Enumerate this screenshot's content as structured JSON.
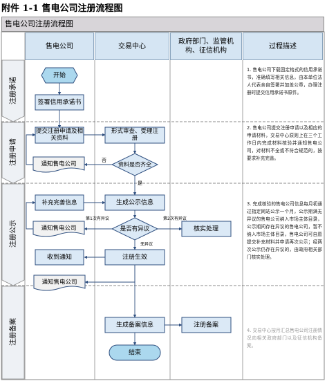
{
  "caption": "附件 1-1  售电公司注册流程图",
  "frame_title": "售电公司注册流程图",
  "columns": {
    "company": "售电公司",
    "exchange": "交易中心",
    "government": "政府部门、监管机构、征信机构",
    "description": "过程描述"
  },
  "phases": {
    "commitment": "注册承诺",
    "application": "注册申请",
    "publicity": "注册公示",
    "filing": "注册备案"
  },
  "nodes": {
    "start": "开始",
    "sign_letter": "签署信用承诺书",
    "submit_apply": "提交注册申请及相关资料",
    "format_review": "形式审查、受理注册",
    "complete_check": "资料是否齐全",
    "notify_company_1": "通知售电公司",
    "supplement_info": "补充完善信息",
    "publish_info": "生成公示信息",
    "objection_check": "是否有异议",
    "notify_company_2": "通知售电公司",
    "verify_handle": "核实处理",
    "receive_notice": "收到通知",
    "register_effective": "注册生效",
    "notify_company_3": "通知售电公司",
    "filing_info": "生成备案信息",
    "register_filing": "注册备案",
    "end": "结束"
  },
  "edge_labels": {
    "no": "否",
    "yes": "是",
    "first_obj_left": "第1次有异议",
    "first_obj_right": "第2次有异议",
    "no_obj": "无异议"
  },
  "descriptions": {
    "d1": "1. 售电公司下载固定格式的信用承诺书，准确填写相关信息，由本单位法人代表亲自签署并加盖公章，办理注册时提交信用承诺书原件。",
    "d2": "2. 售电公司提交注册申请以及相应的申请材料，交易中心原则上在三个工作日内完成材料核验并通知售电公司，对材料不全或不符合规范的，按要求补充完善。",
    "d3": "3. 完成核验的售电公司信息每月初通过指定网站公示一个月，公示期满无异议的售电公司纳入市场主体目录，公示期间存在异议的售电公司，暂不纳入市场主体目录，售电公司可自愿提交补充材料并申请再次公示；经两次公示仍存在异议的，由政府相关部门核实处理。",
    "d4": "4. 交易中心按月汇总售电公司注册情况向相关政府部门以及征信机构备案。"
  },
  "colors": {
    "box_fill": "#dbe9f6",
    "box_stroke": "#2f4f7f",
    "header_fill": "#d5e5f3",
    "start_fill": "#abd8ee",
    "note_fill": "#f2f2f2"
  }
}
